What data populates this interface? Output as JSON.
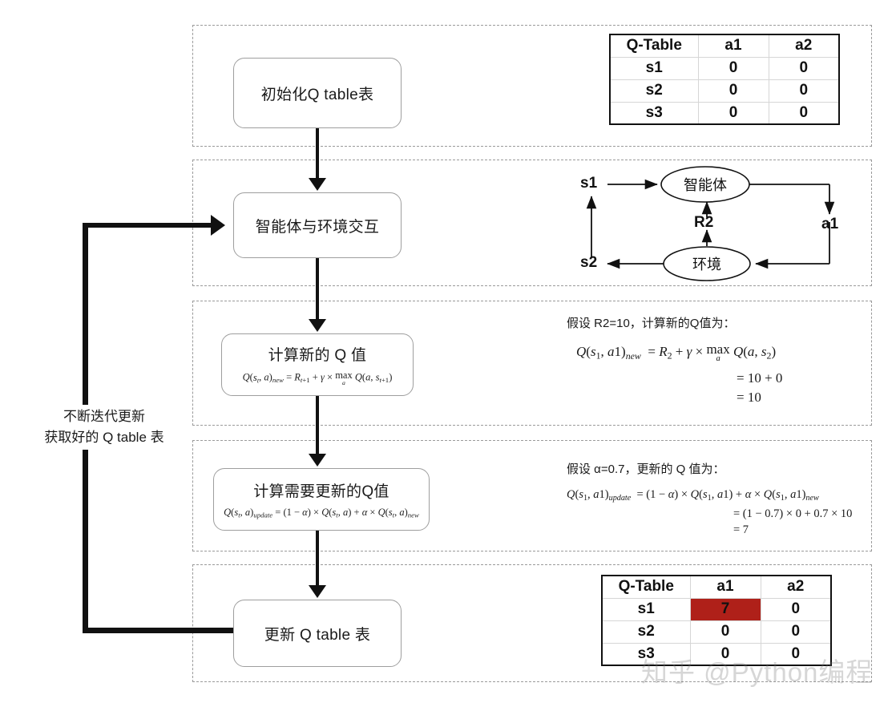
{
  "sections": [
    {
      "id": "initialize"
    },
    {
      "id": "interaction"
    },
    {
      "id": "compute-new-q"
    },
    {
      "id": "compute-update-q"
    },
    {
      "id": "update-table"
    }
  ],
  "flow": {
    "box1": {
      "title": "初始化Q table表"
    },
    "box2": {
      "title": "智能体与环境交互"
    },
    "box3": {
      "title": "计算新的 Q 值",
      "formula": "Q(s_t,a)_new = R_{t+1} + γ × max_a Q(a, s_{t+1})"
    },
    "box4": {
      "title": "计算需要更新的Q值",
      "formula": "Q(s_t,a)_update = (1 − α) × Q(s_t,a) + α × Q(s_t,a)_new"
    },
    "box5": {
      "title": "更新 Q table 表"
    },
    "loop_label_line1": "不断迭代更新",
    "loop_label_line2": "获取好的 Q table 表"
  },
  "qtable_initial": {
    "headers": [
      "Q-Table",
      "a1",
      "a2"
    ],
    "rows": [
      {
        "state": "s1",
        "a1": "0",
        "a2": "0"
      },
      {
        "state": "s2",
        "a1": "0",
        "a2": "0"
      },
      {
        "state": "s3",
        "a1": "0",
        "a2": "0"
      }
    ]
  },
  "qtable_updated": {
    "headers": [
      "Q-Table",
      "a1",
      "a2"
    ],
    "rows": [
      {
        "state": "s1",
        "a1": "7",
        "a2": "0",
        "highlight": "a1"
      },
      {
        "state": "s2",
        "a1": "0",
        "a2": "0"
      },
      {
        "state": "s3",
        "a1": "0",
        "a2": "0"
      }
    ],
    "highlight_color": "#AF2019"
  },
  "agent_diagram": {
    "agent_label": "智能体",
    "env_label": "环境",
    "state_in": "s1",
    "state_out": "s2",
    "reward": "R2",
    "action": "a1"
  },
  "math_new_q": {
    "lead": "假设 R2=10，计算新的Q值为：",
    "line1_lhs": "Q(s₁, a1)",
    "line1_sub": "new",
    "line1_rhs_a": "= R₂ + γ × max",
    "line1_rhs_max_sub": "a",
    "line1_rhs_b": "Q(a, s₂)",
    "line2": "= 10 + 0",
    "line3": "= 10"
  },
  "math_update_q": {
    "lead": "假设 α=0.7，更新的 Q 值为：",
    "line1_lhs": "Q(s₁, a1)",
    "line1_sub": "update",
    "line1_rhs": "= (1 − α) × Q(s₁, a1) + α × Q(s₁, a1)",
    "line1_rhs_sub": "new",
    "line2": "= (1 − 0.7) × 0 + 0.7 × 10",
    "line3": "= 7"
  },
  "watermark": {
    "text": "知乎 @Python编程"
  }
}
